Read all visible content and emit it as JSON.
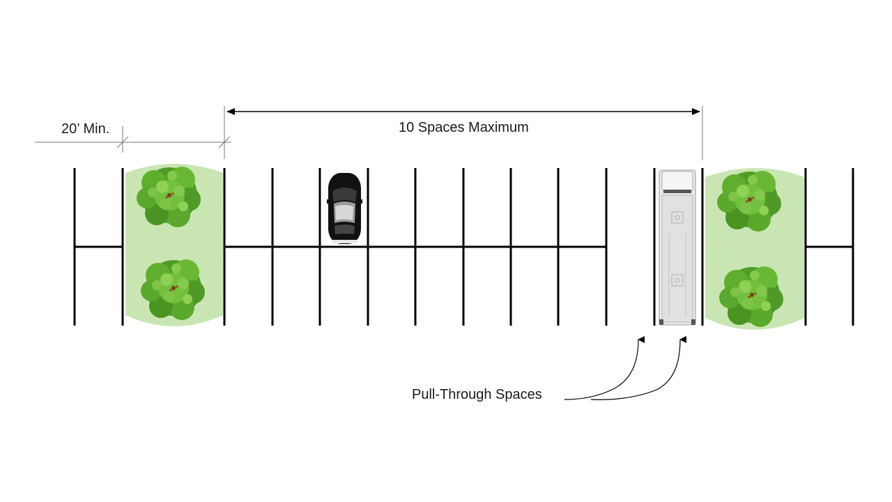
{
  "labels": {
    "min_setback": "20’ Min.",
    "max_spaces": "10 Spaces Maximum",
    "pull_through": "Pull-Through Spaces"
  },
  "colors": {
    "stripe": "#000000",
    "island": "#c9e6b4",
    "tree_dark": "#3d8a1f",
    "tree_mid": "#5fae2e",
    "tree_light": "#8fd157",
    "car": "#111111",
    "truck": "#e6e6e6",
    "dimension_line": "#333333"
  },
  "icons": [
    "tree-icon",
    "car-icon",
    "truck-icon",
    "arrow-icon"
  ]
}
